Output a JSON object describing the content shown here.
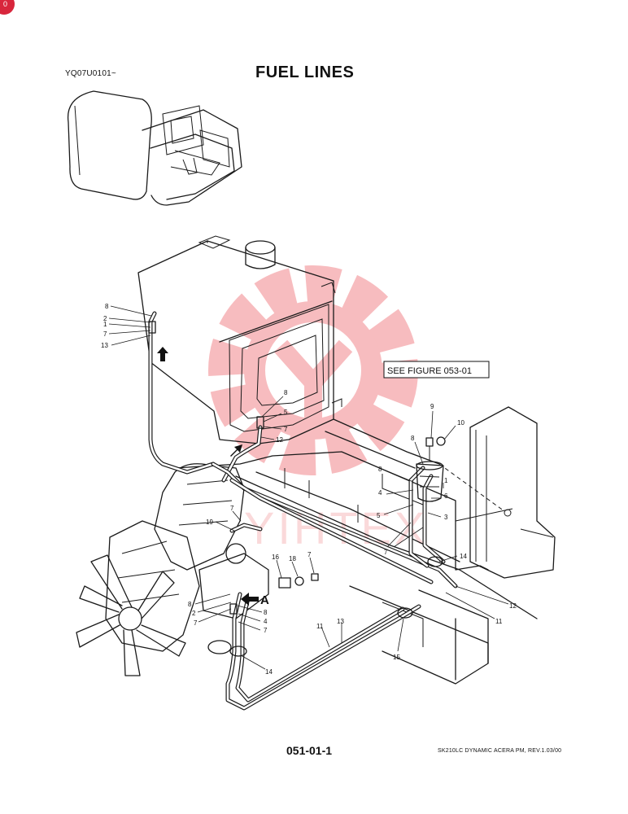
{
  "header": {
    "code": "YQ07U0101~",
    "title": "FUEL LINES"
  },
  "badge": {
    "text": "0"
  },
  "reference_box": {
    "text": "SEE FIGURE 053-01"
  },
  "view_marker": {
    "text": "A"
  },
  "watermark": {
    "text": "YIHTEX",
    "color": "#e8333a"
  },
  "callouts": [
    "8",
    "2",
    "1",
    "7",
    "13",
    "8",
    "5",
    "7",
    "12",
    "9",
    "10",
    "8",
    "8",
    "1",
    "4",
    "6",
    "5",
    "3",
    "7",
    "14",
    "19",
    "7",
    "16",
    "18",
    "7",
    "8",
    "2",
    "7",
    "8",
    "4",
    "7",
    "11",
    "13",
    "14",
    "15",
    "12",
    "11"
  ],
  "footer": {
    "page": "051-01-1",
    "revision": "SK210LC DYNAMIC ACERA PM, REV.1.03/00"
  }
}
